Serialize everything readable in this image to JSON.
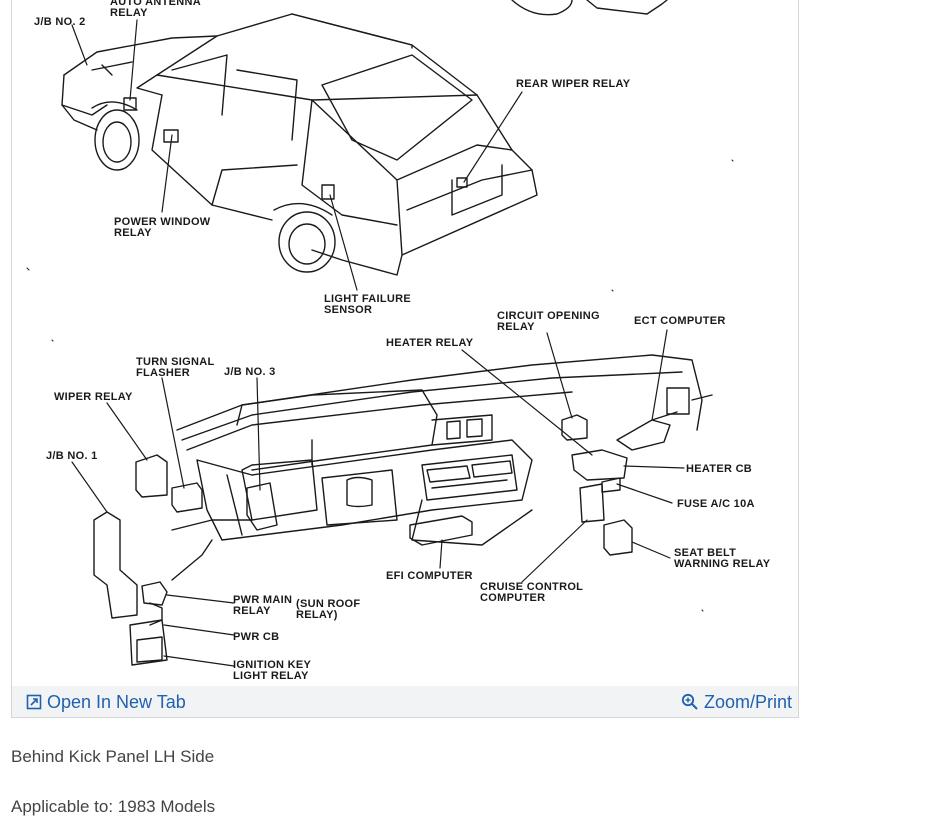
{
  "diagram": {
    "labels": {
      "auto_antenna_relay": [
        "AUTO ANTENNA",
        "RELAY"
      ],
      "jb_no2": [
        "J/B NO. 2"
      ],
      "rear_wiper_relay": [
        "REAR WIPER RELAY"
      ],
      "power_window_relay": [
        "POWER WINDOW",
        "RELAY"
      ],
      "light_failure_sensor": [
        "LIGHT FAILURE",
        "SENSOR"
      ],
      "circuit_opening_relay": [
        "CIRCUIT OPENING",
        "RELAY"
      ],
      "ect_computer": [
        "ECT COMPUTER"
      ],
      "heater_relay": [
        "HEATER RELAY"
      ],
      "turn_signal_flasher": [
        "TURN SIGNAL",
        "FLASHER"
      ],
      "jb_no3": [
        "J/B NO. 3"
      ],
      "wiper_relay": [
        "WIPER RELAY"
      ],
      "jb_no1": [
        "J/B NO. 1"
      ],
      "heater_cb": [
        "HEATER CB"
      ],
      "fuse_ac": [
        "FUSE A/C 10A"
      ],
      "seat_belt_relay": [
        "SEAT BELT",
        "WARNING RELAY"
      ],
      "efi_computer": [
        "EFI COMPUTER"
      ],
      "cruise_control_computer": [
        "CRUISE CONTROL",
        "COMPUTER"
      ],
      "pwr_main_relay": [
        "PWR MAIN",
        "RELAY"
      ],
      "sun_roof_relay": [
        "(SUN ROOF",
        "RELAY)"
      ],
      "pwr_cb": [
        "PWR CB"
      ],
      "ignition_key_relay": [
        "IGNITION KEY",
        "LIGHT RELAY"
      ]
    }
  },
  "toolbar": {
    "open_tab_label": "Open In New Tab",
    "zoom_label": "Zoom/Print"
  },
  "captions": {
    "location": "Behind Kick Panel LH Side",
    "applicable": "Applicable to: 1983 Models"
  }
}
